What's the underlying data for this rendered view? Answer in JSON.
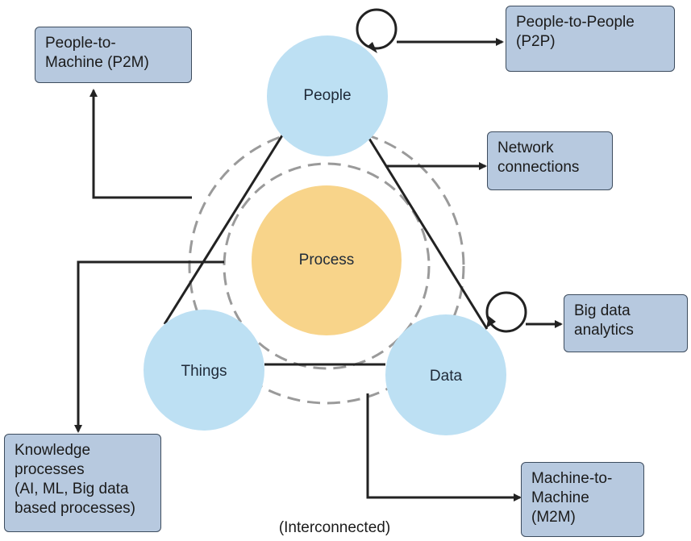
{
  "nodes": {
    "people": "People",
    "process": "Process",
    "things": "Things",
    "data": "Data"
  },
  "boxes": {
    "p2m": "People-to-\nMachine (P2M)",
    "p2p": "People-to-People\n(P2P)",
    "network": "Network\nconnections",
    "big_data": "Big data\nanalytics",
    "knowledge": "Knowledge\nprocesses\n(AI, ML, Big data\nbased processes)",
    "m2m": "Machine-to-\nMachine\n(M2M)"
  },
  "caption": "(Interconnected)",
  "colors": {
    "node_fill": "#bde0f3",
    "process_fill": "#f8d48a",
    "box_fill": "#b7c9df",
    "dashed_ring": "#9a9a9a",
    "line": "#222222"
  }
}
